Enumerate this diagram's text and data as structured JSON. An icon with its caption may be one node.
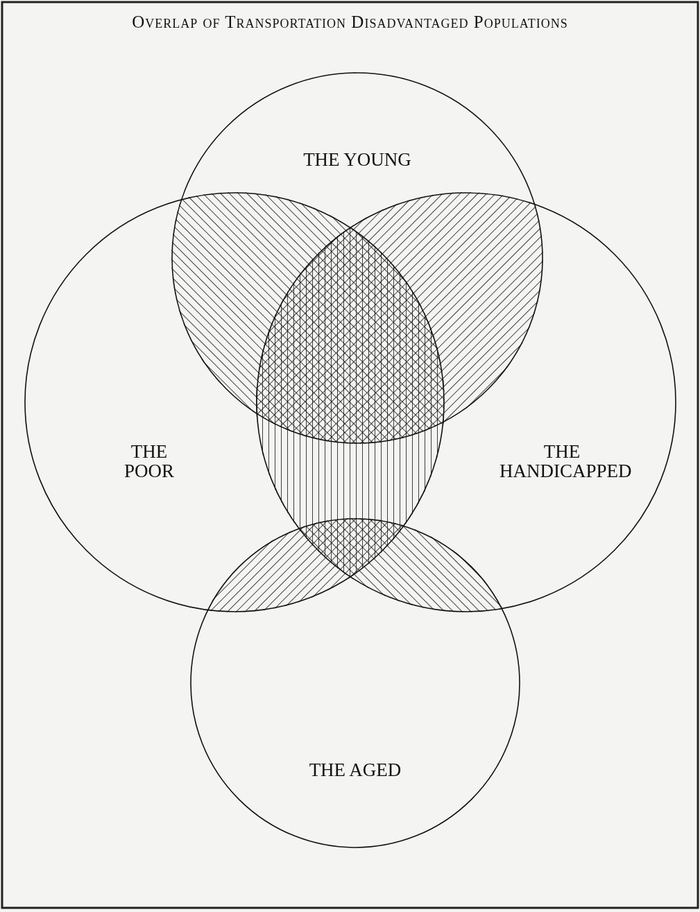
{
  "diagram": {
    "title": "Overlap of Transportation Disadvantaged Populations",
    "nodes": [
      {
        "text": [
          "THE YOUNG"
        ]
      },
      {
        "text": [
          "THE POOR"
        ]
      },
      {
        "text": [
          "THE HANDICAPPED"
        ]
      },
      {
        "text": [
          "THE AGED"
        ]
      }
    ],
    "edges": []
  }
}
